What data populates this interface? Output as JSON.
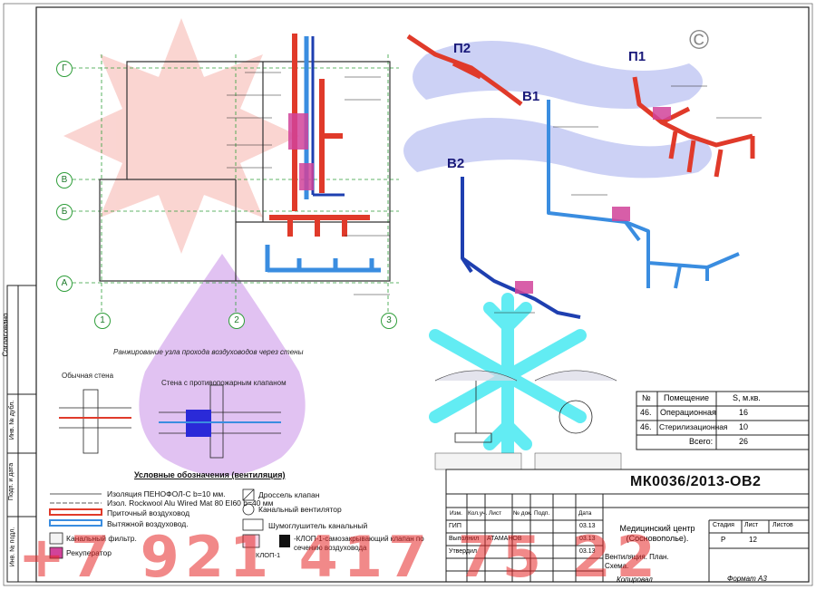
{
  "drawing": {
    "axes_rows": [
      "Г",
      "В",
      "Б",
      "А"
    ],
    "axes_cols": [
      "1",
      "2",
      "3"
    ],
    "systems": {
      "p1": "П1",
      "p2": "П2",
      "v1": "В1",
      "v2": "В2"
    },
    "copyright": "©"
  },
  "wall_section": {
    "title": "Ранжирование узла прохода воздуховодов через стены",
    "wall_label": "Стена с противопожарным клапаном",
    "simple_wall": "Обычная стена"
  },
  "legend": {
    "title": "Условные обозначения (вентиляция)",
    "items": [
      {
        "label": "Изоляция ПЕНОФОЛ-С b=10 мм."
      },
      {
        "label": "Изол. Rockwool Alu Wired Mat 80 EI60 b=40 мм"
      },
      {
        "label": "Приточный воздуховод"
      },
      {
        "label": "Вытяжной воздуховод."
      },
      {
        "label": "Канальный фильтр."
      },
      {
        "label": "Рекуператор"
      }
    ],
    "items_right": [
      {
        "label": "Дроссель клапан"
      },
      {
        "label": "Канальный вентилятор"
      },
      {
        "label": "Шумоглушитель канальный"
      },
      {
        "label": "-КЛОП-1-самозакрывающий клапан по сечению воздуховода"
      }
    ],
    "klop": "КЛОП-1"
  },
  "rooms_table": {
    "headers": [
      "№",
      "Помещение",
      "S, м.кв."
    ],
    "rows": [
      [
        "46.",
        "Операционная",
        "16"
      ],
      [
        "46.",
        "Стерилизационная",
        "10"
      ],
      [
        "",
        "Всего:",
        "26"
      ]
    ]
  },
  "title_block": {
    "code": "МК0036/2013-ОВ2",
    "project": "Медицинский центр (Сосновополье).",
    "designer": "АТАМАНОВ",
    "roles": [
      "ГИП",
      "Выполнил",
      "Утвердил"
    ],
    "dates": [
      "03.13",
      "03.13",
      "03.13"
    ],
    "header_cells": [
      "Изм.",
      "Кол.уч.",
      "Лист",
      "№ док.",
      "Подп.",
      "Дата"
    ],
    "stage_headers": [
      "Стадия",
      "Лист",
      "Листов"
    ],
    "stage": "Р",
    "sheet": "12",
    "sheet_title": "Вентиляция. План. Схема.",
    "copied": "Копировал",
    "format": "Формат А3"
  },
  "side_stamp": {
    "agreed": "Согласовано",
    "inv": "Инв. № дубл.",
    "sign": "Подп. и дата",
    "inv_orig": "Инв. № подл."
  },
  "watermark": {
    "phone": "+7 921 417 75 22"
  },
  "colors": {
    "supply": "#e03a2a",
    "exhaust": "#3a8de0",
    "exhaust_dark": "#1e3fb0",
    "grid": "#2f9e3a",
    "blob_purple": "#b26bd9",
    "blob_red": "#f08080",
    "snow_cyan": "#2ee6f0"
  }
}
